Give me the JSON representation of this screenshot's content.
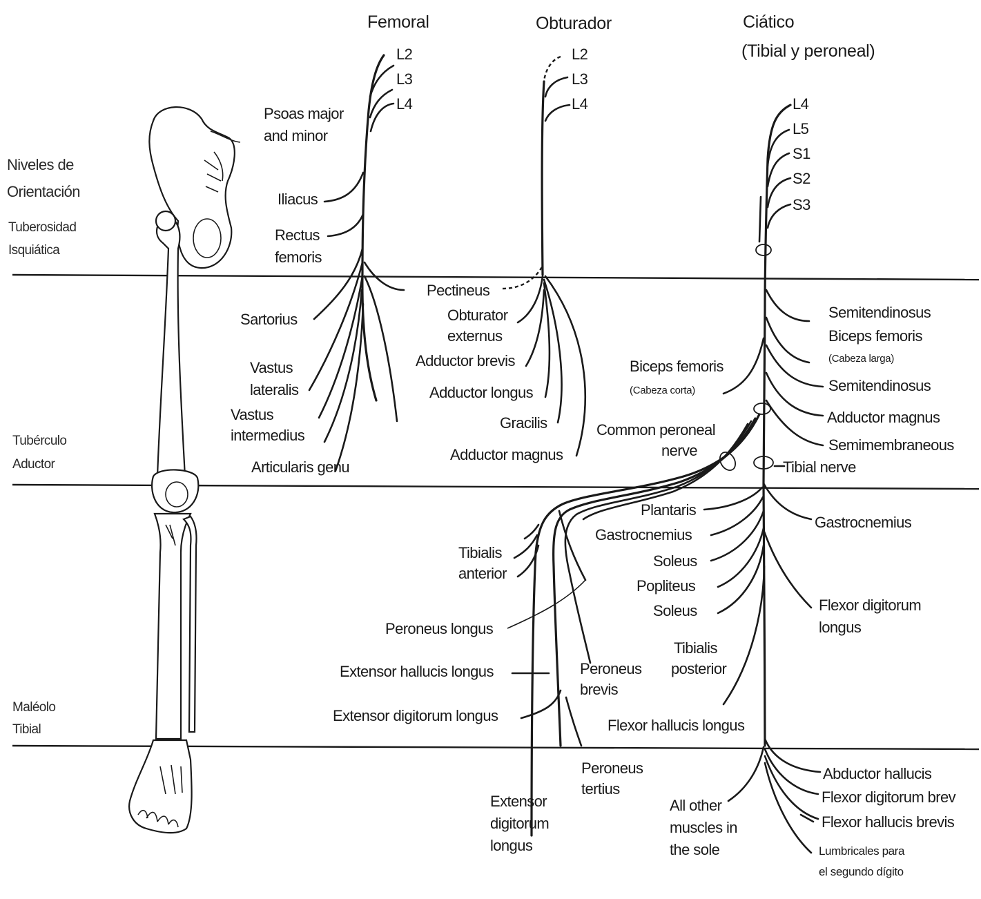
{
  "headers": {
    "femoral": "Femoral",
    "obturador": "Obturador",
    "ciatico_1": "Ciático",
    "ciatico_2": "(Tibial y peroneal)"
  },
  "roots": {
    "femoral": [
      "L2",
      "L3",
      "L4"
    ],
    "obturador": [
      "L2",
      "L3",
      "L4"
    ],
    "ciatico": [
      "L4",
      "L5",
      "S1",
      "S2",
      "S3"
    ]
  },
  "levels": {
    "title_1": "Niveles de",
    "title_2": "Orientación",
    "tuberosidad_1": "Tuberosidad",
    "tuberosidad_2": "Isquiática",
    "tuberculo_1": "Tubérculo",
    "tuberculo_2": "Aductor",
    "maleolo_1": "Maléolo",
    "maleolo_2": "Tibial"
  },
  "femoral_muscles": {
    "psoas_1": "Psoas major",
    "psoas_2": "and minor",
    "iliacus": "Iliacus",
    "rectus_1": "Rectus",
    "rectus_2": "femoris",
    "sartorius": "Sartorius",
    "vastus_lat_1": "Vastus",
    "vastus_lat_2": "lateralis",
    "vastus_int_1": "Vastus",
    "vastus_int_2": "intermedius",
    "articularis": "Articularis genu"
  },
  "obturator_muscles": {
    "pectineus": "Pectineus",
    "obt_ext_1": "Obturator",
    "obt_ext_2": "externus",
    "add_brevis": "Adductor brevis",
    "add_longus": "Adductor longus",
    "gracilis": "Gracilis",
    "add_magnus": "Adductor magnus"
  },
  "sciatic_muscles": {
    "semitend_1": "Semitendinosus",
    "biceps_long_1": "Biceps femoris",
    "biceps_long_2": "(Cabeza larga)",
    "biceps_short_1": "Biceps femoris",
    "biceps_short_2": "(Cabeza corta)",
    "semitend_2": "Semitendinosus",
    "add_magnus": "Adductor magnus",
    "semimembranosus": "Semimembraneous",
    "common_peroneal_1": "Common peroneal",
    "common_peroneal_2": "nerve",
    "tibial_nerve": "Tibial nerve"
  },
  "leg_muscles": {
    "plantaris": "Plantaris",
    "gastro_1": "Gastrocnemius",
    "gastro_2": "Gastrocnemius",
    "soleus_1": "Soleus",
    "popliteus": "Popliteus",
    "soleus_2": "Soleus",
    "tib_post_1": "Tibialis",
    "tib_post_2": "posterior",
    "fdl_1": "Flexor digitorum",
    "fdl_2": "longus",
    "fhl": "Flexor hallucis longus",
    "tib_ant_1": "Tibialis",
    "tib_ant_2": "anterior",
    "per_longus": "Peroneus longus",
    "ehl": "Extensor hallucis longus",
    "edl": "Extensor digitorum longus",
    "per_brevis_1": "Peroneus",
    "per_brevis_2": "brevis",
    "per_tertius_1": "Peroneus",
    "per_tertius_2": "tertius",
    "edl_b_1": "Extensor",
    "edl_b_2": "digitorum",
    "edl_b_3": "longus"
  },
  "foot_muscles": {
    "abd_hallucis": "Abductor hallucis",
    "fdb": "Flexor digitorum brev",
    "fhb": "Flexor hallucis brevis",
    "lumbricales_1": "Lumbricales para",
    "lumbricales_2": "el segundo dígito",
    "all_other_1": "All other",
    "all_other_2": "muscles in",
    "all_other_3": "the sole"
  }
}
